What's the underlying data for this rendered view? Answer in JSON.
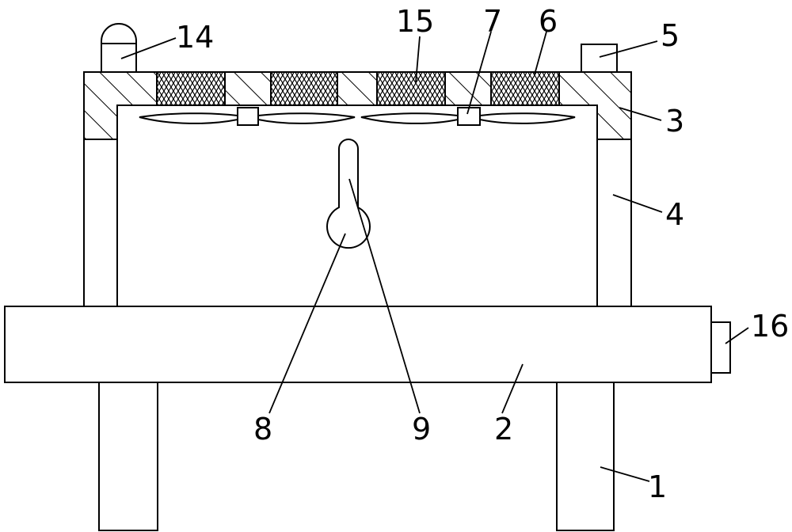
{
  "callouts": [
    {
      "id": "c1",
      "text": "1"
    },
    {
      "id": "c2",
      "text": "2"
    },
    {
      "id": "c3",
      "text": "3"
    },
    {
      "id": "c4",
      "text": "4"
    },
    {
      "id": "c5",
      "text": "5"
    },
    {
      "id": "c6",
      "text": "6"
    },
    {
      "id": "c7",
      "text": "7"
    },
    {
      "id": "c8",
      "text": "8"
    },
    {
      "id": "c9",
      "text": "9"
    },
    {
      "id": "c14",
      "text": "14"
    },
    {
      "id": "c15",
      "text": "15"
    },
    {
      "id": "c16",
      "text": "16"
    }
  ]
}
